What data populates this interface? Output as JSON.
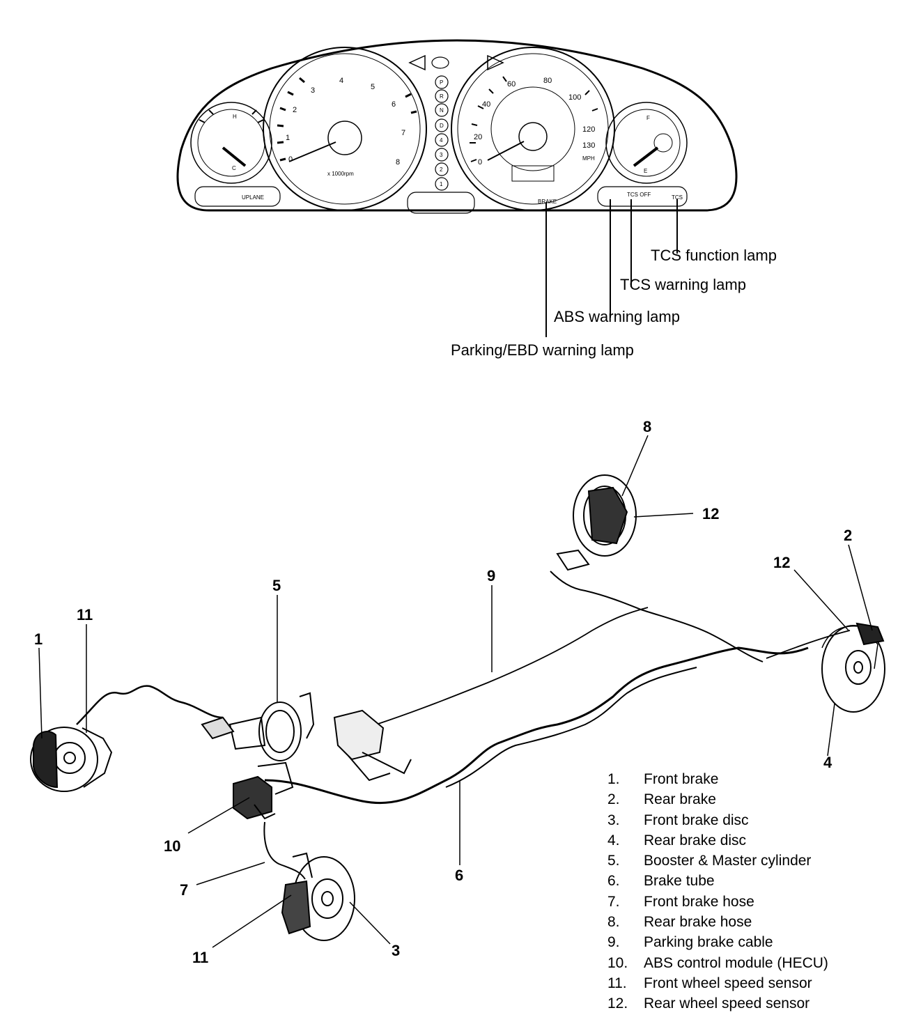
{
  "cluster": {
    "tach_numbers": [
      "0",
      "1",
      "2",
      "3",
      "4",
      "5",
      "6",
      "7",
      "8"
    ],
    "tach_unit": "x 1000rpm",
    "temp_hot": "H",
    "temp_cold": "C",
    "fuel_full": "F",
    "fuel_empty": "E",
    "speedo_mph": [
      "0",
      "20",
      "40",
      "60",
      "80",
      "100",
      "120",
      "130"
    ],
    "speedo_unit": "MPH",
    "gear_letters": [
      "P",
      "R",
      "N",
      "D",
      "4",
      "3",
      "2",
      "1"
    ],
    "left_panel_text": "UPLANE",
    "right_panel_tcs_off": "TCS OFF",
    "right_panel_tcs": "TCS",
    "brake_text": "BRAKE"
  },
  "lamp_callouts": {
    "tcs_function": "TCS function lamp",
    "tcs_warning": "TCS warning lamp",
    "abs_warning": "ABS warning lamp",
    "parking_ebd": "Parking/EBD warning lamp"
  },
  "callouts": {
    "c1": "1",
    "c2": "2",
    "c3": "3",
    "c4": "4",
    "c5": "5",
    "c6": "6",
    "c7": "7",
    "c8": "8",
    "c9": "9",
    "c10": "10",
    "c11a": "11",
    "c11b": "11",
    "c12a": "12",
    "c12b": "12"
  },
  "legend": [
    {
      "num": "1.",
      "text": "Front brake"
    },
    {
      "num": "2.",
      "text": "Rear brake"
    },
    {
      "num": "3.",
      "text": "Front brake disc"
    },
    {
      "num": "4.",
      "text": "Rear brake disc"
    },
    {
      "num": "5.",
      "text": "Booster & Master cylinder"
    },
    {
      "num": "6.",
      "text": "Brake tube"
    },
    {
      "num": "7.",
      "text": "Front brake hose"
    },
    {
      "num": "8.",
      "text": "Rear brake hose"
    },
    {
      "num": "9.",
      "text": "Parking brake cable"
    },
    {
      "num": "10.",
      "text": "ABS control module (HECU)"
    },
    {
      "num": "11.",
      "text": "Front wheel speed sensor"
    },
    {
      "num": "12.",
      "text": "Rear wheel speed sensor"
    }
  ]
}
